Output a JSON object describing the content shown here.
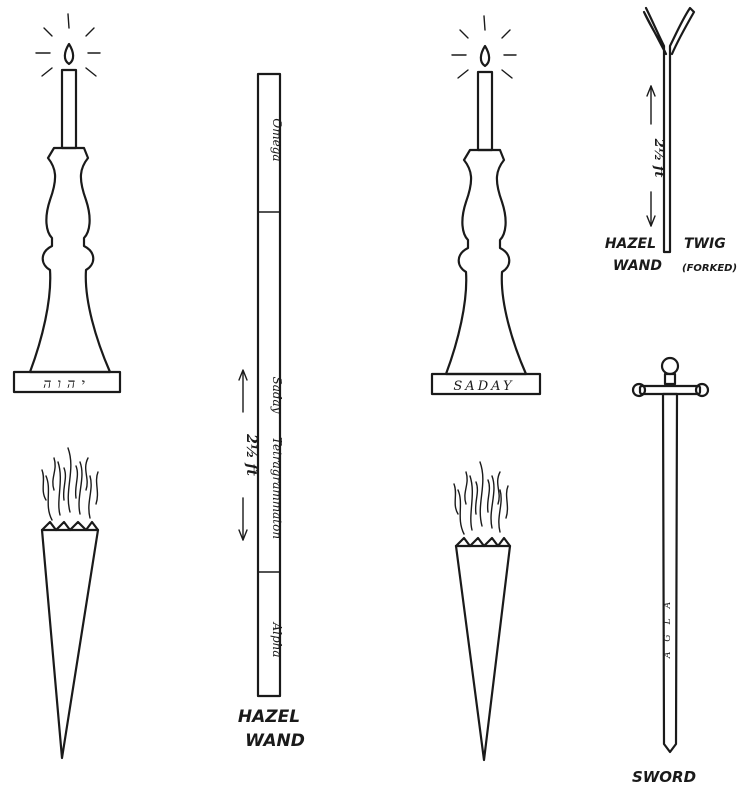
{
  "candle_left": {
    "plaque_text": "יהוה"
  },
  "candle_right": {
    "plaque_text": "SADAY"
  },
  "hazel_wand": {
    "caption_line1": "HAZEL",
    "caption_line2": "WAND",
    "length_label": "2½ ft",
    "segment_top": "Omega",
    "segment_middle_upper": "Saday",
    "segment_middle_lower": "Tetragrammaton",
    "segment_bottom": "Alpha"
  },
  "forked_wand": {
    "length_label": "2½ ft",
    "caption_left_line1": "HAZEL",
    "caption_left_line2": "WAND",
    "caption_right_line1": "TWIG",
    "caption_right_line2": "(FORKED)"
  },
  "sword": {
    "caption": "SWORD",
    "blade_text": "AGLA"
  }
}
